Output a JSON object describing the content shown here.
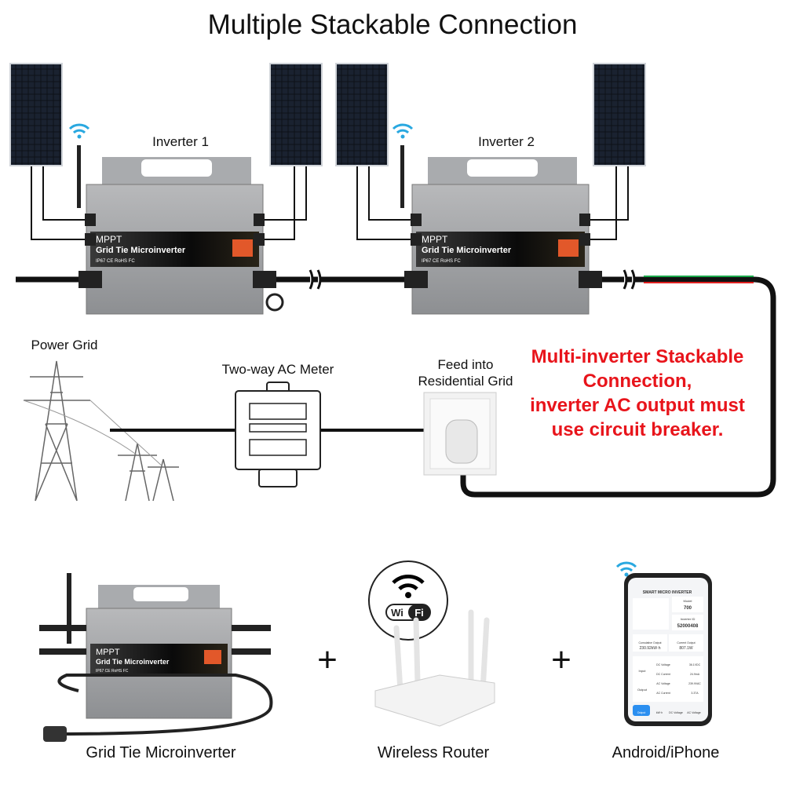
{
  "title": "Multiple Stackable Connection",
  "inverters": [
    {
      "label": "Inverter 1"
    },
    {
      "label": "Inverter 2"
    }
  ],
  "inverter_face": {
    "line1": "MPPT",
    "line2": "Grid Tie Microinverter",
    "certs": "IP67  CE  RoHS  FC"
  },
  "grid": {
    "power_grid": "Power Grid",
    "meter": "Two-way AC Meter",
    "feed_line1": "Feed into",
    "feed_line2": "Residential Grid"
  },
  "warning": {
    "color": "#e8141b",
    "lines": [
      "Multi-inverter Stackable",
      "Connection,",
      "inverter AC output must",
      "use circuit breaker."
    ]
  },
  "bottom": {
    "plus": "+",
    "inverter_label": "Grid Tie Microinverter",
    "router_label": "Wireless Router",
    "router_wifi_left": "Wi",
    "router_wifi_right": "Fi",
    "phone_label": "Android/iPhone"
  },
  "phone_app": {
    "title": "SMART MICRO INVERTER",
    "model_label": "Model",
    "model_value": "700",
    "id_label": "Inverter ID",
    "id_value": "52000408",
    "cumulative_label": "Cumulative Output",
    "cumulative_value": "230.92kW·h",
    "current_label": "Current Output",
    "current_value": "807.1W",
    "input_label": "Input",
    "output_label": "Output",
    "rows": [
      {
        "name": "DC Voltage",
        "value": "36.1VDC"
      },
      {
        "name": "DC Current",
        "value": "24.9mA"
      },
      {
        "name": "AC Voltage",
        "value": "239.9VAC"
      },
      {
        "name": "AC Current",
        "value": "3.37A"
      }
    ],
    "tabs": [
      "Output",
      "kW·h",
      "DC Voltage",
      "AC Voltage"
    ]
  }
}
